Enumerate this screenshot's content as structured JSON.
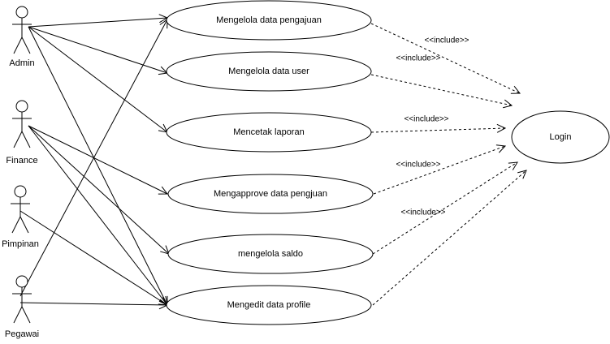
{
  "actors": [
    {
      "id": "admin",
      "name": "Admin"
    },
    {
      "id": "finance",
      "name": "Finance"
    },
    {
      "id": "pimpinan",
      "name": "Pimpinan"
    },
    {
      "id": "pegawai",
      "name": "Pegawai"
    }
  ],
  "use_cases": [
    {
      "id": "uc1",
      "label": "Mengelola data pengajuan"
    },
    {
      "id": "uc2",
      "label": "Mengelola data user"
    },
    {
      "id": "uc3",
      "label": "Mencetak laporan"
    },
    {
      "id": "uc4",
      "label": "Mengapprove data pengjuan"
    },
    {
      "id": "uc5",
      "label": "mengelola saldo"
    },
    {
      "id": "uc6",
      "label": "Mengedit data profile"
    },
    {
      "id": "login",
      "label": "Login"
    }
  ],
  "associations": [
    {
      "actor": "admin",
      "use_case": "uc1"
    },
    {
      "actor": "admin",
      "use_case": "uc2"
    },
    {
      "actor": "admin",
      "use_case": "uc3"
    },
    {
      "actor": "admin",
      "use_case": "uc6"
    },
    {
      "actor": "finance",
      "use_case": "uc4"
    },
    {
      "actor": "finance",
      "use_case": "uc5"
    },
    {
      "actor": "finance",
      "use_case": "uc6"
    },
    {
      "actor": "pimpinan",
      "use_case": "uc6"
    },
    {
      "actor": "pegawai",
      "use_case": "uc1"
    },
    {
      "actor": "pegawai",
      "use_case": "uc6"
    }
  ],
  "includes": [
    {
      "from": "uc1",
      "to": "login",
      "label": "<<include>>"
    },
    {
      "from": "uc2",
      "to": "login",
      "label": "<<include>>"
    },
    {
      "from": "uc3",
      "to": "login",
      "label": "<<include>>"
    },
    {
      "from": "uc4",
      "to": "login",
      "label": "<<include>>"
    },
    {
      "from": "uc5",
      "to": "login",
      "label": "<<include>>"
    }
  ]
}
